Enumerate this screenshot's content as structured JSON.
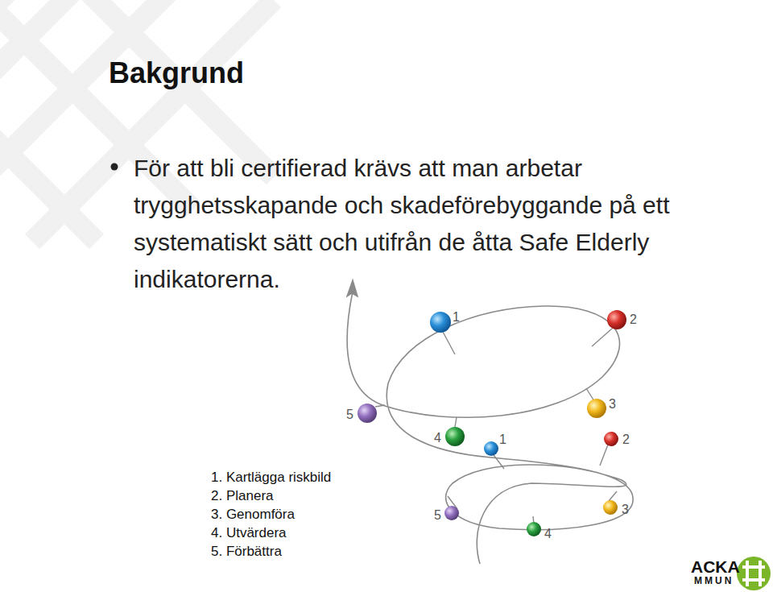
{
  "diagram": {
    "title": "Bakgrund",
    "labels": [
      "För att bli certifierad krävs att man arbetar trygghetsskapande och skadeförebyggande på ett systematiskt sätt och utifrån de åtta Safe Elderly indikatorerna.",
      "1",
      "2",
      "3",
      "4",
      "5",
      "1",
      "2",
      "3",
      "4",
      "5",
      "1. Kartlägga riskbild",
      "2. Planera",
      "3. Genomföra",
      "4. Utvärdera",
      "5. Förbättra",
      "ACKA",
      "MMUN"
    ]
  }
}
